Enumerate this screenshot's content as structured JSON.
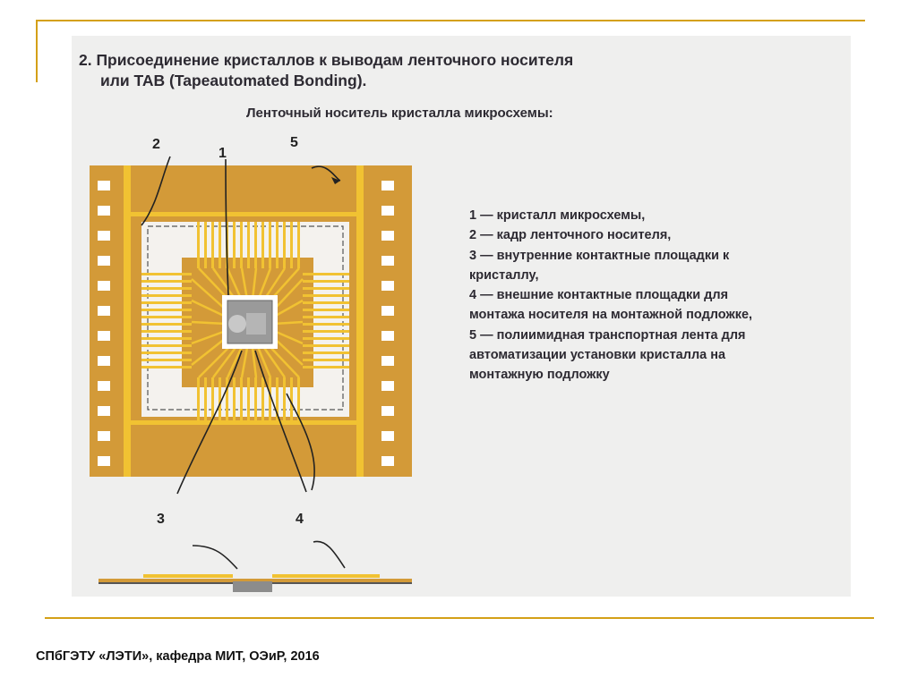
{
  "slide": {
    "title_line1": "2. Присоединение кристаллов к выводам ленточного носителя",
    "title_line2": "или TAB (Tapeautomated Bonding).",
    "subtitle": "Ленточный носитель кристалла микросхемы:",
    "legend": [
      "1 — кристалл микросхемы,",
      "2 — кадр ленточного носителя,",
      "3 —  внутренние контактные площадки к",
      "кристаллу,",
      "4 — внешние контактные площадки для",
      "монтажа носителя на монтажной подложке,",
      "5 — полиимидная транспортная лента для",
      "автоматизации установки кристалла на",
      "монтажную подложку"
    ],
    "diagram_labels": {
      "n1": "1",
      "n2": "2",
      "n3": "3",
      "n4": "4",
      "n5": "5"
    },
    "footer": "СПбГЭТУ «ЛЭТИ», кафедра МИТ, ОЭиР, 2016"
  },
  "colors": {
    "tape": "#d39a38",
    "lead": "#f1c232",
    "accent_rule": "#d4a017",
    "chip": "#9a9a9a"
  }
}
